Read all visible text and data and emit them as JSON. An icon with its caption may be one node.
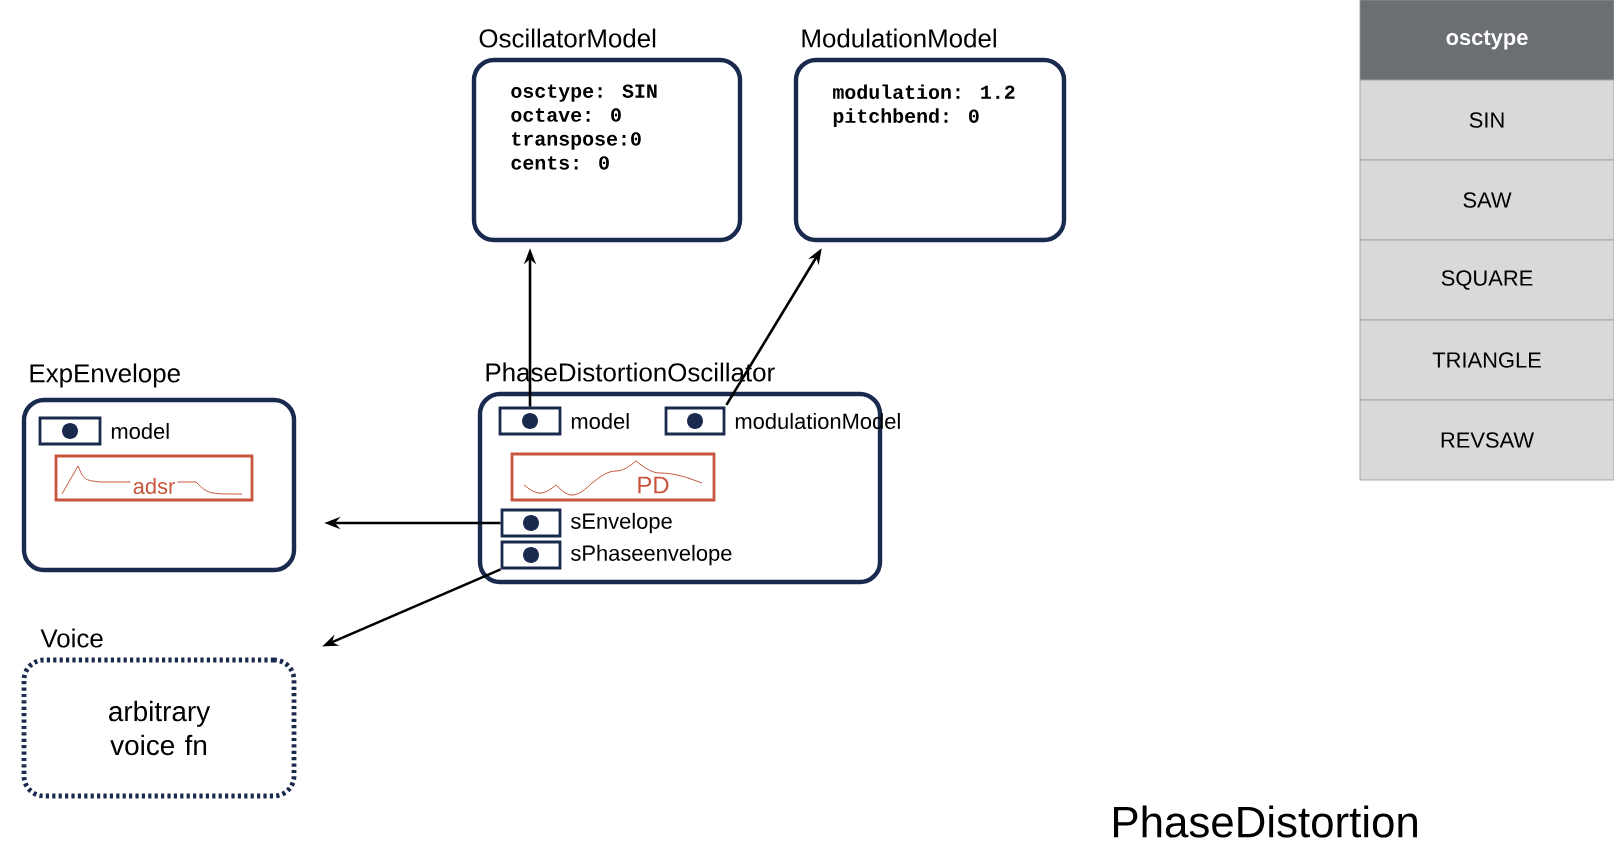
{
  "diagram": {
    "nodes": [
      {
        "text": [
          "OscillatorModel",
          "osctype:  SIN",
          "octave:   0",
          "transpose:0",
          "cents:    0"
        ]
      },
      {
        "text": [
          "ModulationModel",
          "modulation: 1.2",
          "pitchbend:   0"
        ]
      },
      {
        "text": [
          "ExpEnvelope"
        ]
      },
      {
        "text": [
          "model"
        ],
        "in": 2
      },
      {
        "text": [
          "adsr"
        ],
        "in": 2
      },
      {
        "text": [
          "PhaseDistortionOscillator"
        ]
      },
      {
        "text": [
          "model"
        ],
        "in": 5
      },
      {
        "text": [
          "modulationModel"
        ],
        "in": 5
      },
      {
        "text": [
          "PD"
        ],
        "in": 5
      },
      {
        "text": [
          "sEnvelope"
        ],
        "in": 5
      },
      {
        "text": [
          "sPhaseenvelope"
        ],
        "in": 5
      },
      {
        "text": [
          "Voice",
          "arbitrary voice fn"
        ]
      }
    ],
    "edges": [
      {
        "from": 6,
        "to": 0,
        "arrow": "to"
      },
      {
        "from": 7,
        "to": 1,
        "arrow": "to"
      },
      {
        "from": 9,
        "to": 2,
        "arrow": "to"
      },
      {
        "from": 10,
        "to": 11,
        "arrow": "to"
      }
    ],
    "labels": [
      "osctype",
      "SIN",
      "SAW",
      "SQUARE",
      "TRIANGLE",
      "REVSAW"
    ],
    "title": "PhaseDistortion"
  }
}
